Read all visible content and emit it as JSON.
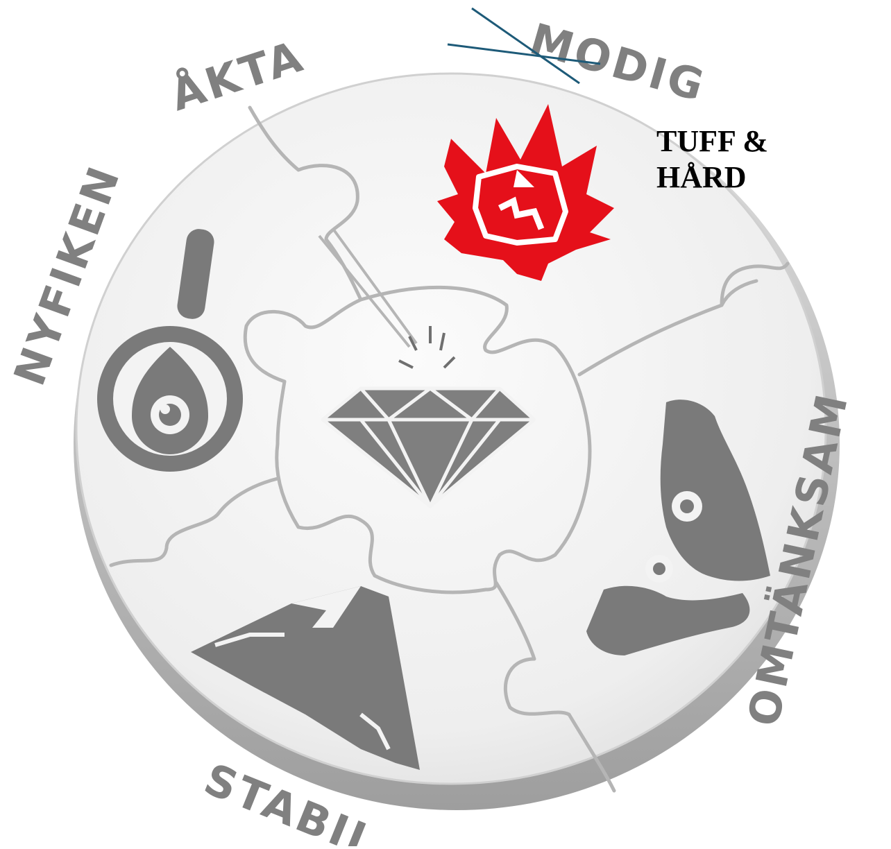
{
  "labels": {
    "top_left": "ÅKTA",
    "top_right": "MODIG",
    "left": "NYFIKEN",
    "right": "OMTÄNKSAM",
    "bottom": "STABIL"
  },
  "note": {
    "line1": "TUFF &",
    "line2": "HÅRD"
  },
  "colors": {
    "ring_text": "#808080",
    "icon_grey": "#7a7a7a",
    "puzzle_face": "#f2f2f2",
    "puzzle_edge": "#bcbcbc",
    "accent_red": "#e5101a",
    "strike_line": "#1d5a78"
  },
  "icons": [
    "magnifier-icon",
    "diamond-icon",
    "flame-icon",
    "mountain-icon",
    "hands-icon"
  ]
}
